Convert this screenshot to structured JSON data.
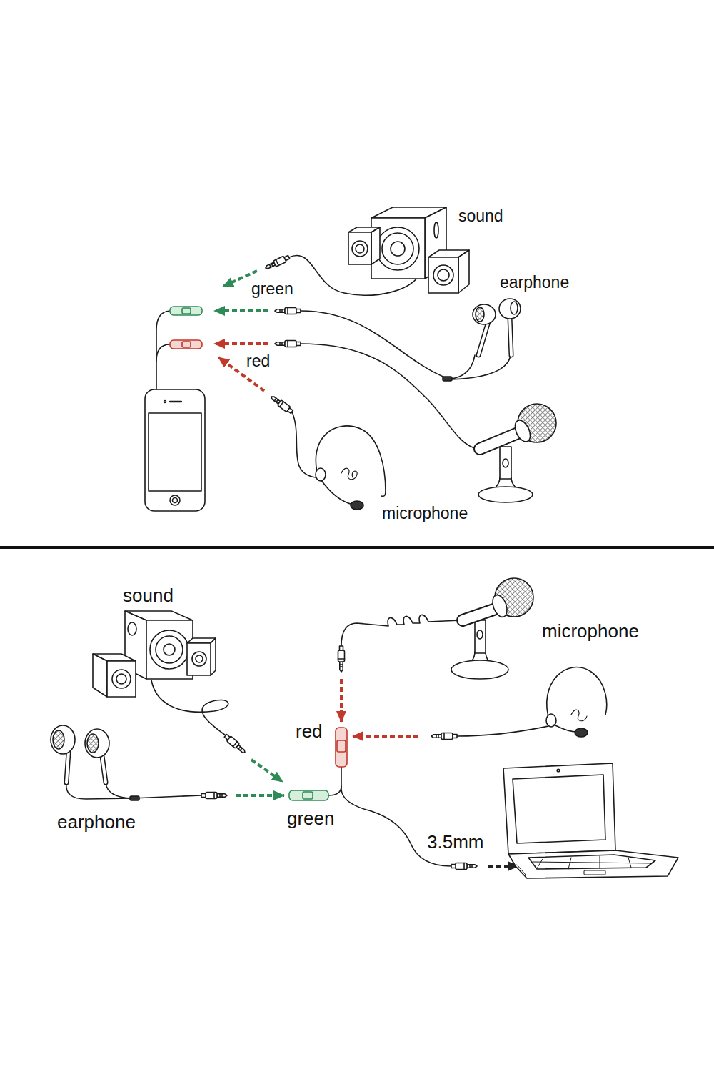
{
  "diagram": {
    "labels": [
      "sound",
      "earphone",
      "green",
      "red",
      "microphone",
      "sound",
      "microphone",
      "red",
      "green",
      "earphone",
      "3.5mm"
    ]
  }
}
